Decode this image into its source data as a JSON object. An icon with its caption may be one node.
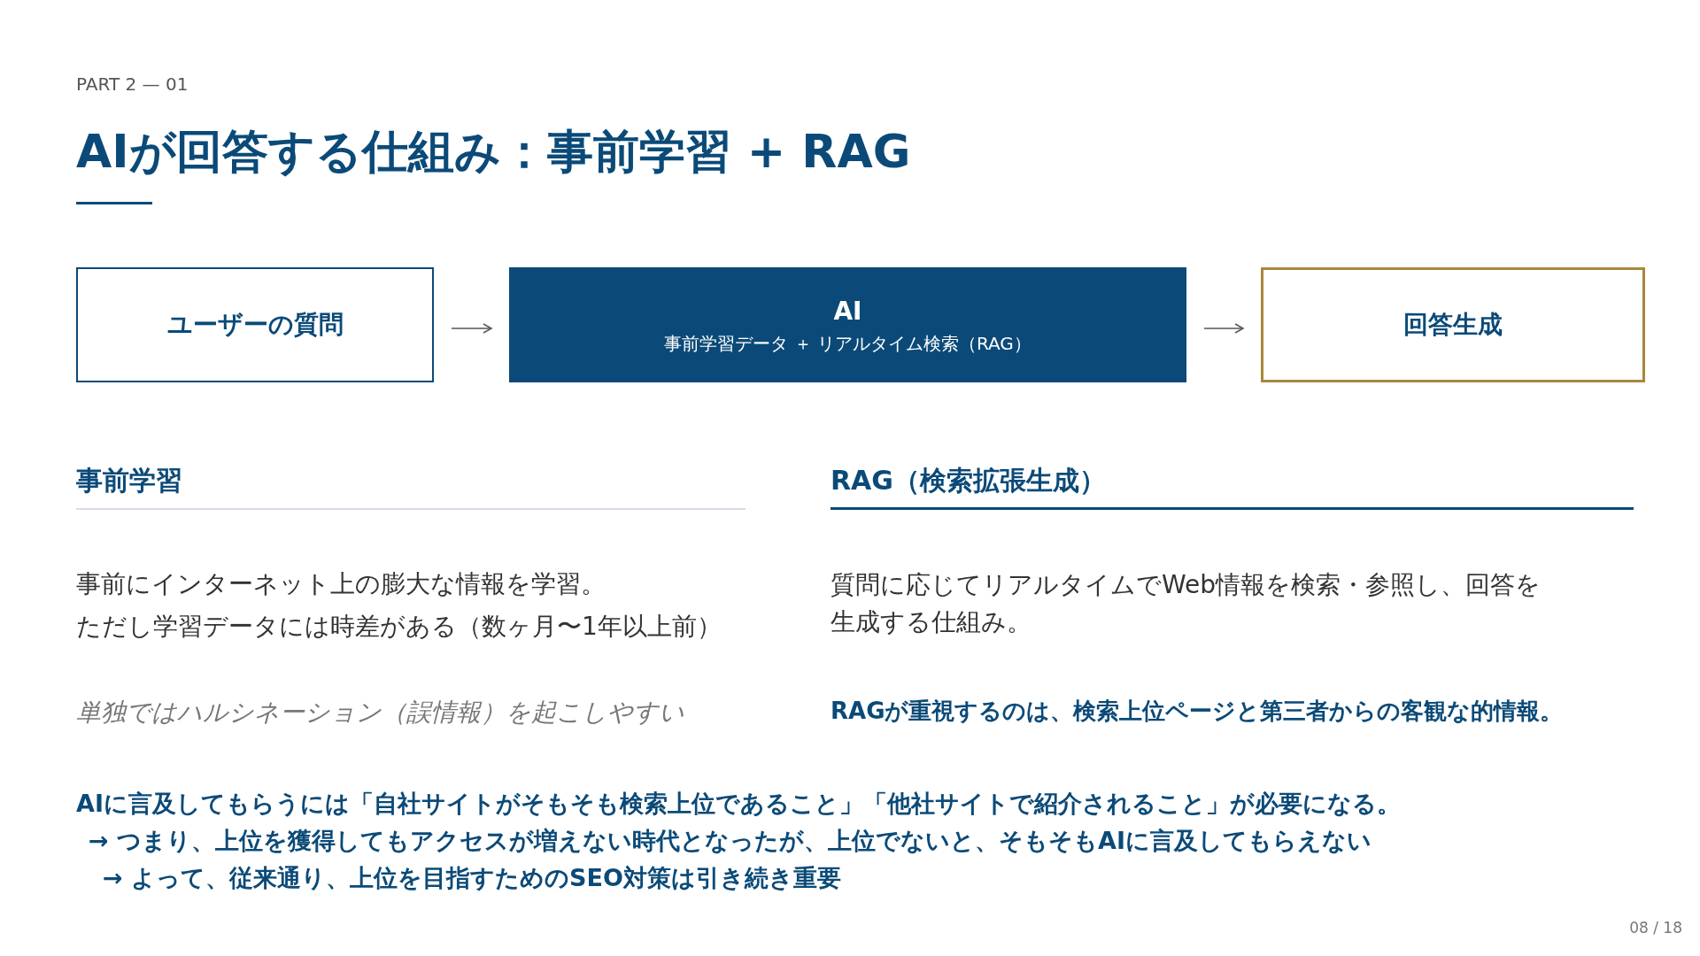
{
  "diagram": {
    "title": "AIが回答する仕組み：事前学習 + RAG",
    "nodes": [
      {
        "text": [
          "ユーザーの質問"
        ]
      },
      {
        "text": [
          "AI",
          "事前学習データ ＋ リアルタイム検索（RAG）"
        ]
      },
      {
        "text": [
          "回答生成"
        ]
      }
    ],
    "edges": [
      {
        "from": 0,
        "to": 1,
        "arrow": "to"
      },
      {
        "from": 1,
        "to": 2,
        "arrow": "to"
      }
    ],
    "labels": [
      "PART 2 — 01",
      "事前学習",
      "RAG（検索拡張生成）",
      "事前にインターネット上の膨大な情報を学習。",
      "質問に応じてリアルタイムでWeb情報を検索・参照し、回答を生成する仕組み。",
      "ただし学習データには時差がある（数ヶ月〜1年以上前）",
      "単独ではハルシネーション（誤情報）を起こしやすい",
      "RAGが重視するのは、検索上位ページと第三者からの客観な的情報。",
      "AIに言及してもらうには「自社サイトがそもそも検索上位であること」「他社サイトで紹介されること」が必要になる。",
      "→ つまり、上位を獲得してもアクセスが増えない時代となったが、上位でないと、そもそもAIに言及してもらえない",
      "→ よって、従来通り、上位を目指すためのSEO対策は引き続き重要",
      "08 / 18"
    ]
  }
}
